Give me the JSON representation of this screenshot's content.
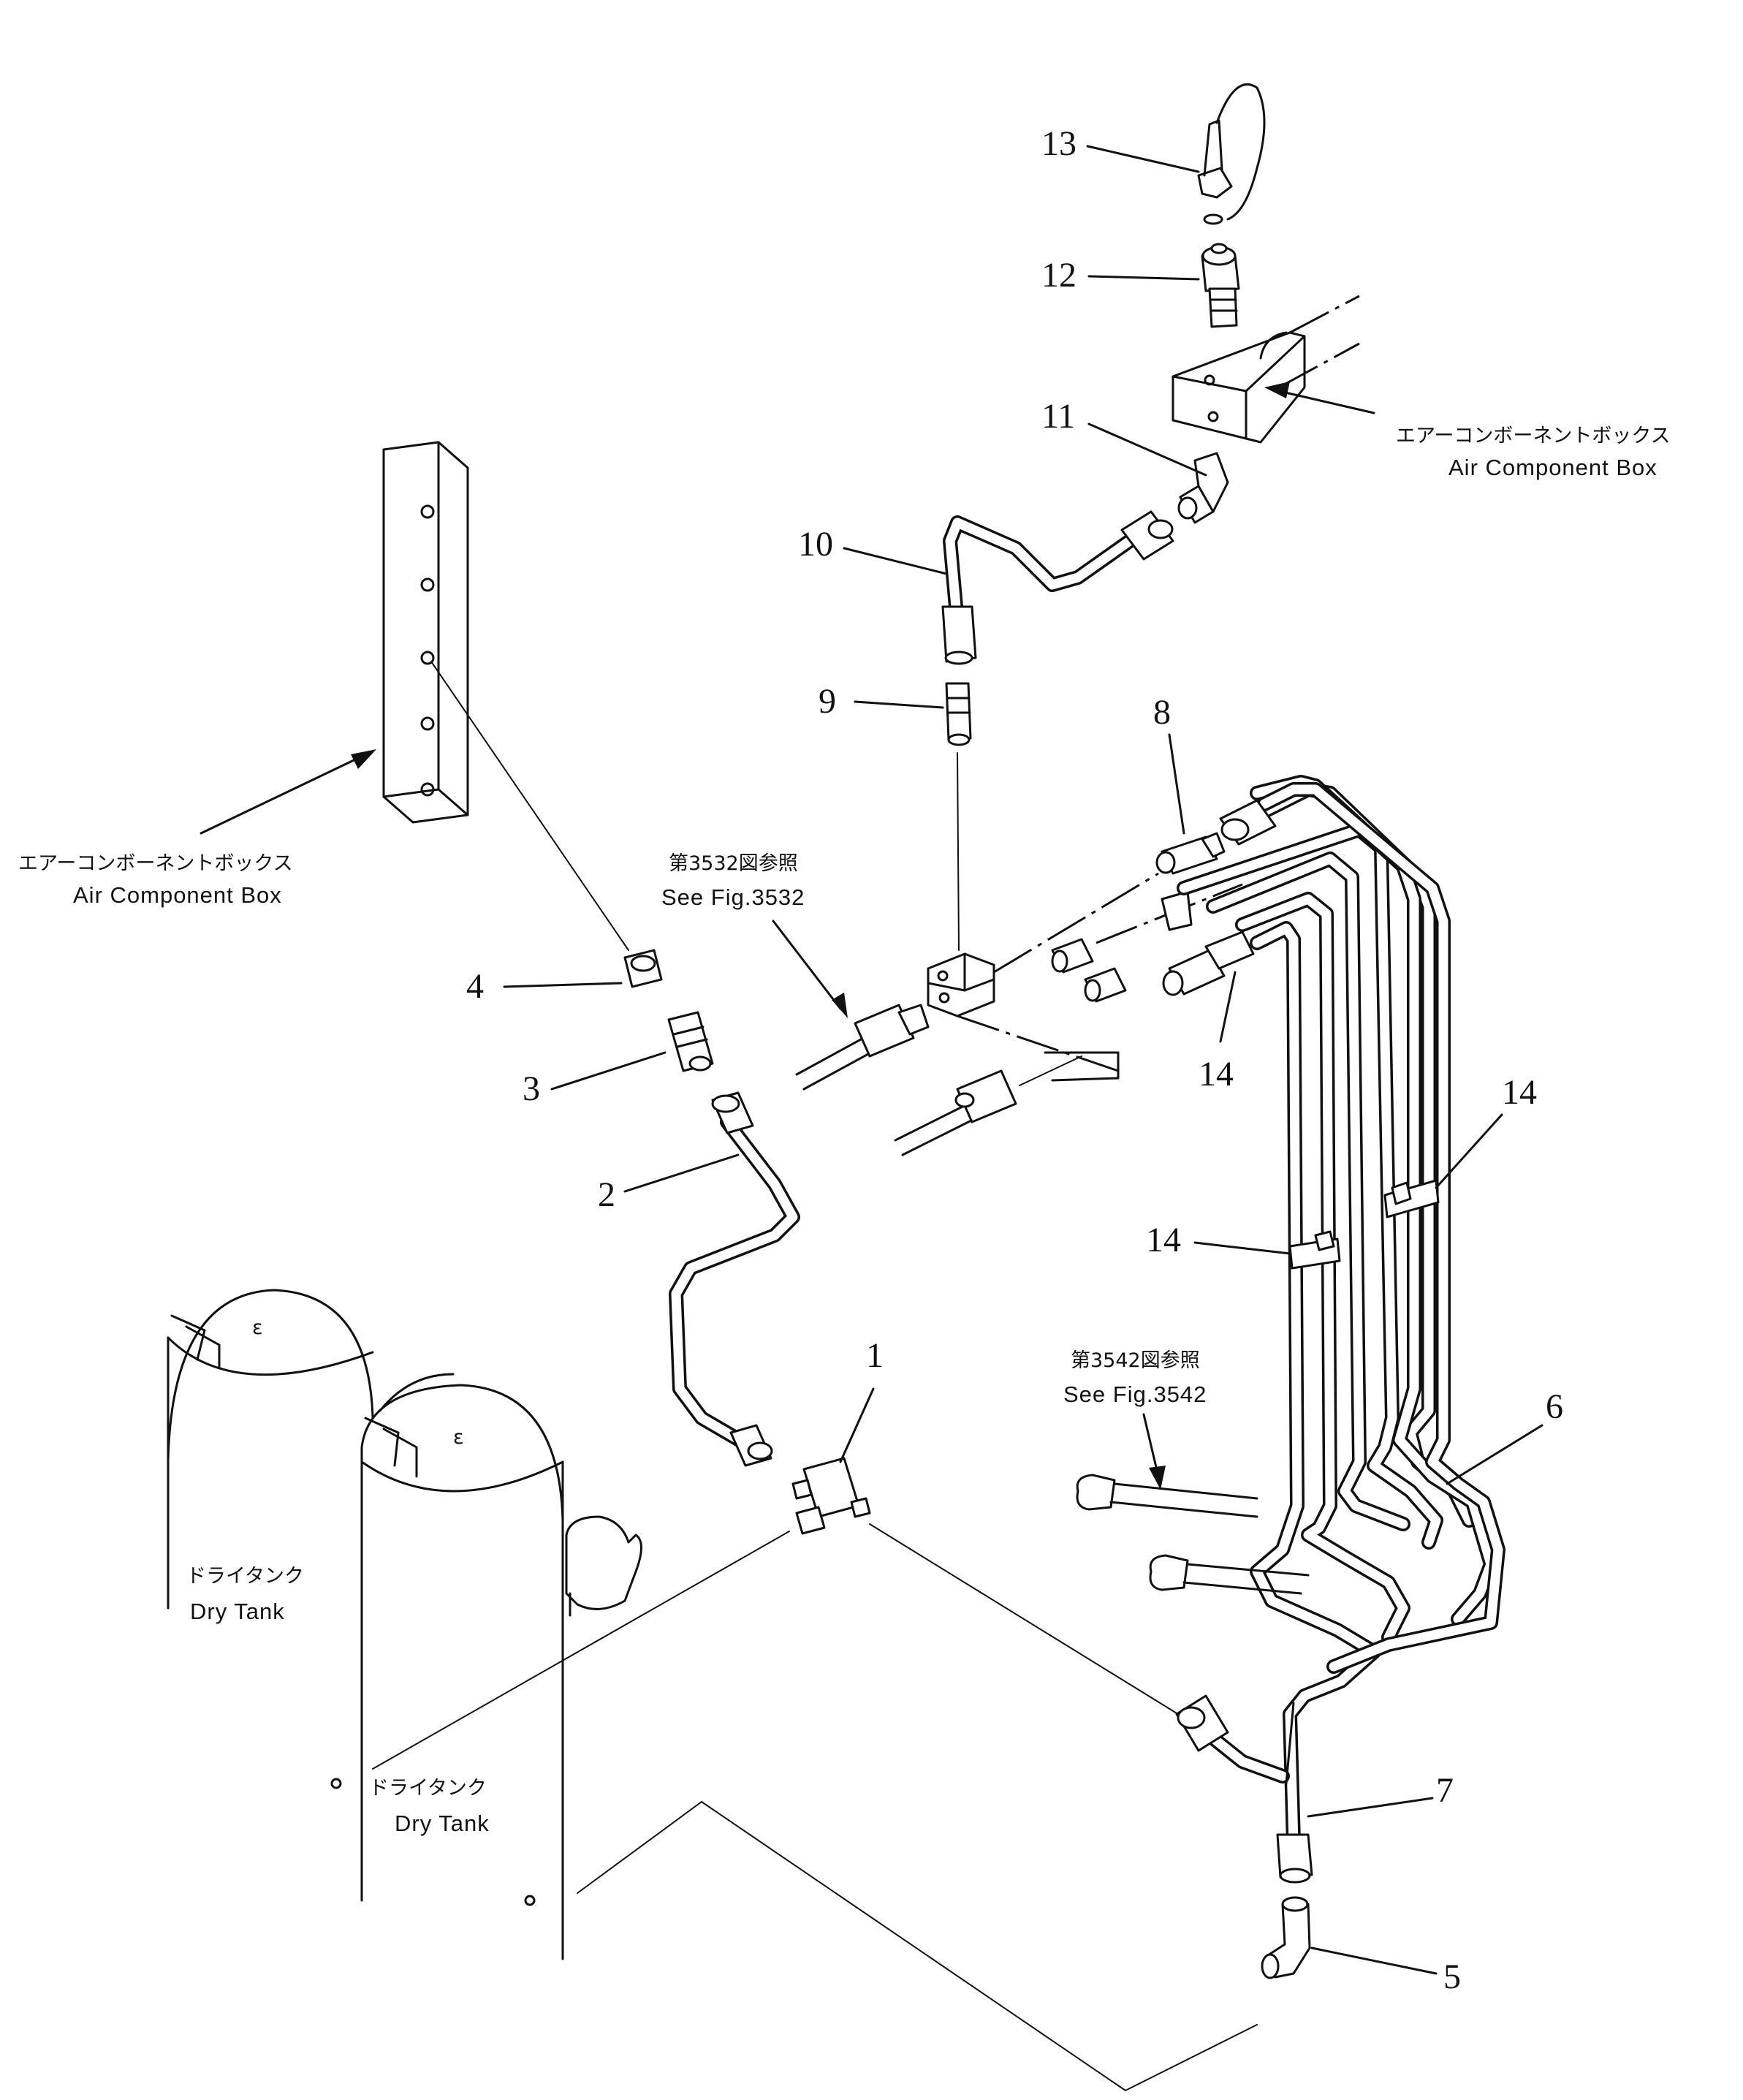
{
  "callouts": {
    "n1": "1",
    "n2": "2",
    "n3": "3",
    "n4": "4",
    "n5": "5",
    "n6": "6",
    "n7": "7",
    "n8": "8",
    "n9": "9",
    "n10": "10",
    "n11": "11",
    "n12": "12",
    "n13": "13",
    "n14a": "14",
    "n14b": "14",
    "n14c": "14"
  },
  "labels": {
    "air_box_left_jp": "エアーコンボーネントボックス",
    "air_box_left_en": "Air Component Box",
    "air_box_right_jp": "エアーコンボーネントボックス",
    "air_box_right_en": "Air Component Box",
    "see_3532_jp": "第3532図参照",
    "see_3532_en": "See Fig.3532",
    "see_3542_jp": "第3542図参照",
    "see_3542_en": "See Fig.3542",
    "dry_tank_1_jp": "ドライタンク",
    "dry_tank_1_en": "Dry Tank",
    "dry_tank_2_jp": "ドライタンク",
    "dry_tank_2_en": "Dry Tank"
  }
}
